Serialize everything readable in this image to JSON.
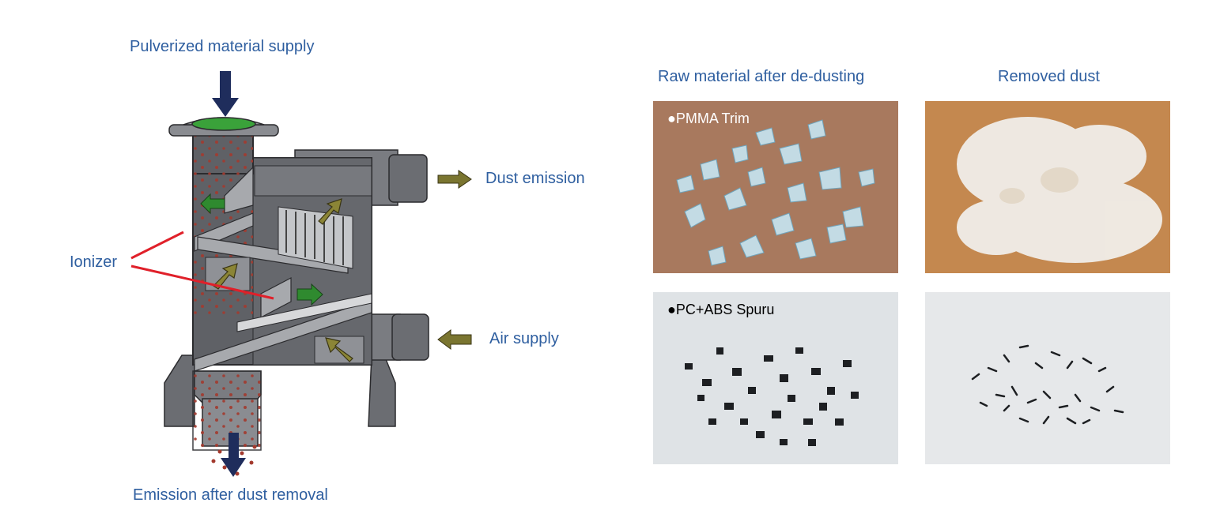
{
  "diagram": {
    "labels": {
      "supply": "Pulverized material supply",
      "dust_emission": "Dust emission",
      "ionizer": "Ionizer",
      "air_supply": "Air supply",
      "emission": "Emission after dust removal"
    },
    "colors": {
      "label": "#2f5fa0",
      "inflow_arrow": "#1f2d5c",
      "olive_arrow": "#7a7530",
      "green_arrow": "#2f8a2f",
      "ionizer_line": "#e0202a",
      "body": "#5f6166"
    }
  },
  "photos": {
    "headers": {
      "raw": "Raw material after de-dusting",
      "dust": "Removed dust"
    },
    "captions": {
      "pmma": "●PMMA Trim",
      "pcabs": "●PC+ABS Spuru"
    }
  }
}
